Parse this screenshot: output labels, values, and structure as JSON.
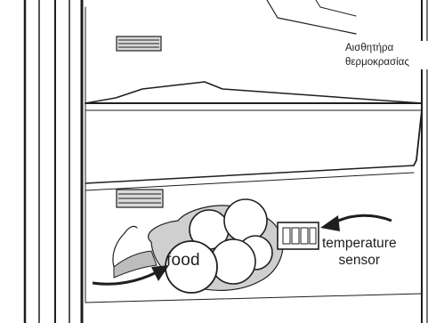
{
  "labels": {
    "caption_line1": "Αισθητήρα",
    "caption_line2": "θερμοκρασίας",
    "food": "food",
    "sensor_line1": "temperature",
    "sensor_line2": "sensor"
  },
  "icons": [
    "refrigerator-illustration",
    "food-bundle-icon",
    "temperature-sensor-icon",
    "arrow-icon"
  ],
  "colors": {
    "ink": "#1e1e1e",
    "paper": "#ffffff",
    "shade": "#d9d9d9"
  }
}
